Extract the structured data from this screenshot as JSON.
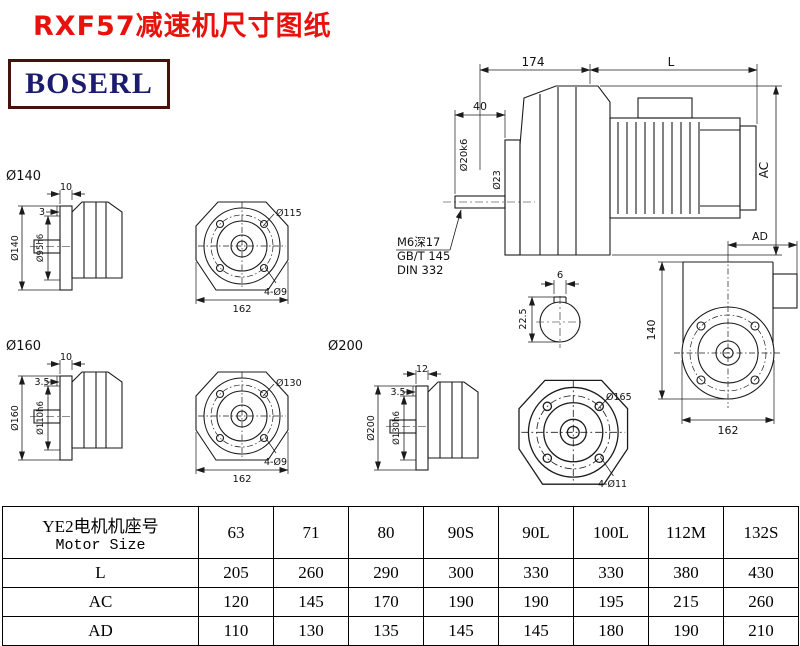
{
  "header": {
    "title": "RXF57减速机尺寸图纸",
    "logo": "BOSERL"
  },
  "main_view": {
    "dim_174": "174",
    "dim_L": "L",
    "dim_40": "40",
    "shaft_dia": "Ø20k6",
    "shoulder_dia": "Ø23",
    "ac_label": "AC",
    "note1": "M6深17",
    "note2": "GB/T 145",
    "note3": "DIN 332",
    "key_width": "6",
    "key_height": "22.5",
    "ad_label": "AD",
    "dim_140": "140",
    "dim_162": "162"
  },
  "flange140": {
    "label": "Ø140",
    "thickness": "10",
    "step": "3",
    "outer": "Ø140",
    "spigot": "Ø95h6",
    "bolt_circle": "Ø115",
    "holes": "4-Ø9",
    "width": "162"
  },
  "flange160": {
    "label": "Ø160",
    "thickness": "10",
    "step": "3.5",
    "outer": "Ø160",
    "spigot": "Ø110h6",
    "bolt_circle": "Ø130",
    "holes": "4-Ø9",
    "width": "162"
  },
  "flange200": {
    "label": "Ø200",
    "thickness": "12",
    "step": "3.5",
    "outer": "Ø200",
    "spigot": "Ø130h6",
    "bolt_circle": "Ø165",
    "holes": "4-Ø11"
  },
  "table": {
    "row_header_line1": "YE2电机机座号",
    "row_header_line2": "Motor Size",
    "columns": [
      "63",
      "71",
      "80",
      "90S",
      "90L",
      "100L",
      "112M",
      "132S"
    ],
    "rows": [
      {
        "label": "L",
        "values": [
          "205",
          "260",
          "290",
          "300",
          "330",
          "330",
          "380",
          "430"
        ]
      },
      {
        "label": "AC",
        "values": [
          "120",
          "145",
          "170",
          "190",
          "190",
          "195",
          "215",
          "260"
        ]
      },
      {
        "label": "AD",
        "values": [
          "110",
          "130",
          "135",
          "145",
          "145",
          "180",
          "190",
          "210"
        ]
      }
    ]
  }
}
